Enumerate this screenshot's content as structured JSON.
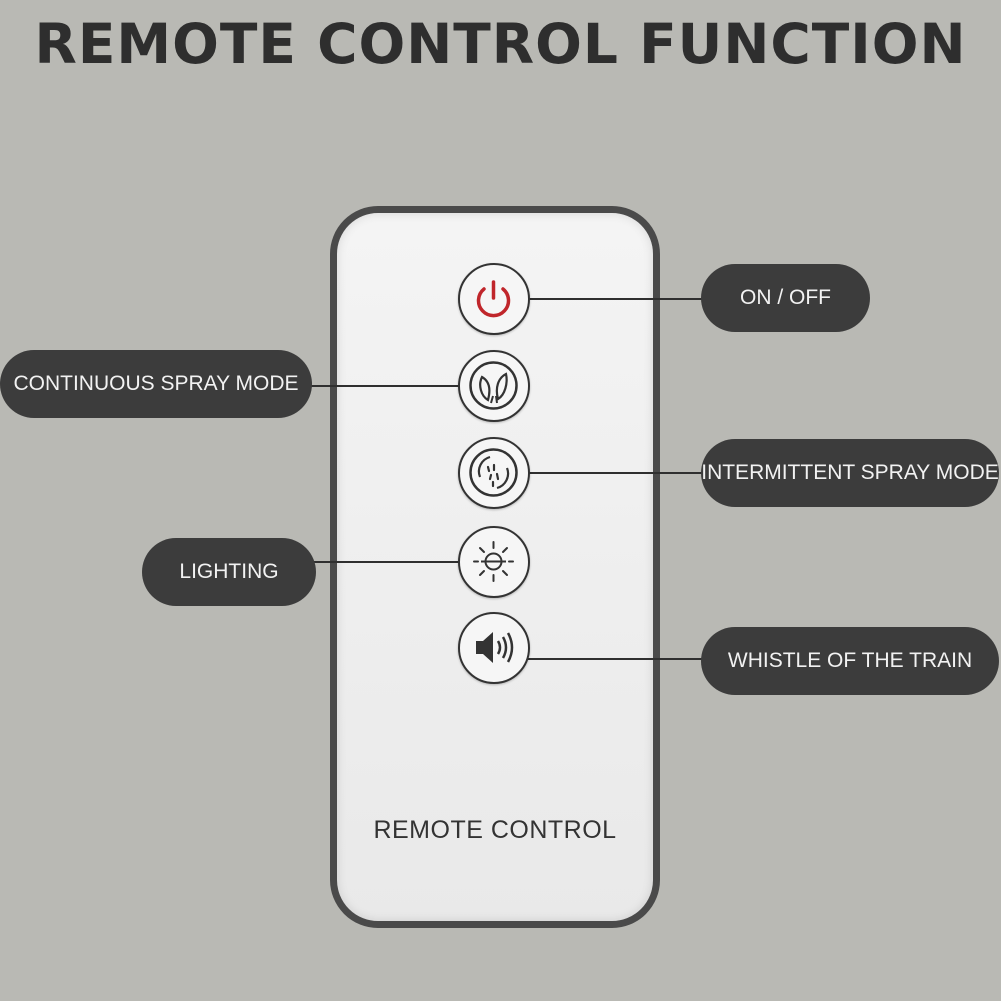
{
  "title": "REMOTE CONTROL FUNCTION",
  "remote": {
    "label": "REMOTE CONTROL"
  },
  "buttons": [
    {
      "icon": "power-icon",
      "label": "ON / OFF"
    },
    {
      "icon": "continuous-spray-icon",
      "label": "CONTINUOUS SPRAY MODE"
    },
    {
      "icon": "intermittent-spray-icon",
      "label": "INTERMITTENT SPRAY MODE"
    },
    {
      "icon": "lighting-icon",
      "label": "LIGHTING"
    },
    {
      "icon": "speaker-icon",
      "label": "WHISTLE OF THE TRAIN"
    }
  ],
  "colors": {
    "background": "#b9b9b4",
    "pill": "#3c3c3c",
    "power_red": "#c0262b"
  }
}
